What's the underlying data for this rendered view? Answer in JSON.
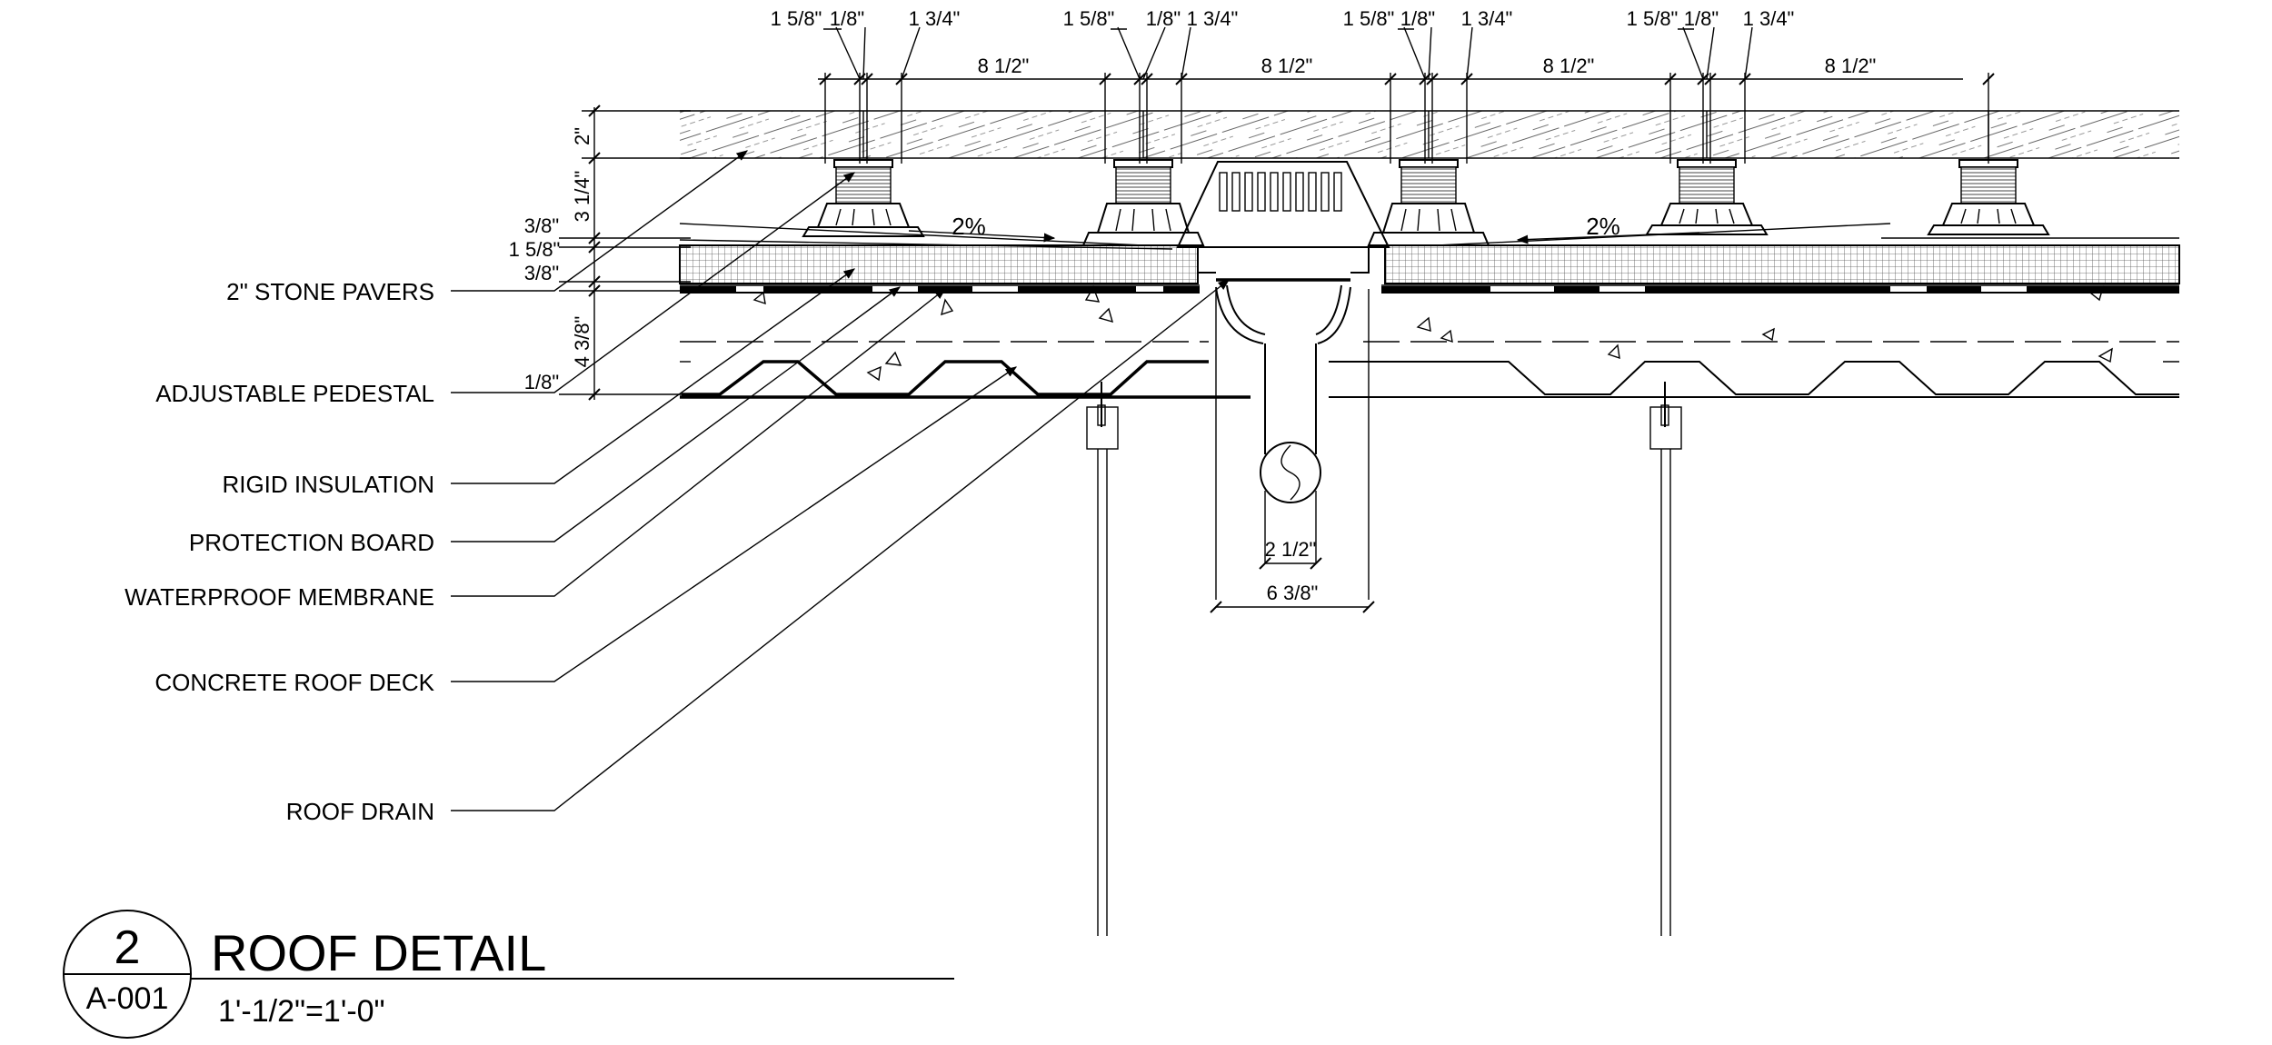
{
  "labels": {
    "stone_pavers": "2\" STONE PAVERS",
    "adjustable_pedestal": "ADJUSTABLE PEDESTAL",
    "rigid_insulation": "RIGID INSULATION",
    "protection_board": "PROTECTION BOARD",
    "waterproof_membrane": "WATERPROOF MEMBRANE",
    "concrete_roof_deck": "CONCRETE ROOF DECK",
    "roof_drain": "ROOF DRAIN"
  },
  "slopes": {
    "left": "2%",
    "right": "2%"
  },
  "top_dimensions": {
    "g1": {
      "a": "1 5/8\"",
      "b": "1/8\"",
      "c": "1 3/4\""
    },
    "g2": {
      "a": "1 5/8\"",
      "b": "1/8\"",
      "c": "1 3/4\""
    },
    "g3": {
      "a": "1 5/8\"",
      "b": "1/8\"",
      "c": "1 3/4\""
    },
    "g4": {
      "a": "1 5/8\"",
      "b": "1/8\"",
      "c": "1 3/4\""
    },
    "spacing": [
      "8 1/2\"",
      "8 1/2\"",
      "8 1/2\"",
      "8 1/2\""
    ]
  },
  "vertical_dimensions": {
    "pavers": "2\"",
    "pedestal": "3 1/4\"",
    "overall": "4 3/8\"",
    "d_3_8_a": "3/8\"",
    "d_1_5_8": "1 5/8\"",
    "d_3_8_b": "3/8\"",
    "d_1_8": "1/8\""
  },
  "drain_dimensions": {
    "pipe": "2 1/2\"",
    "body": "6 3/8\""
  },
  "title_block": {
    "detail_number": "2",
    "sheet_number": "A-001",
    "title": "ROOF DETAIL",
    "scale": "1'-1/2\"=1'-0\""
  }
}
